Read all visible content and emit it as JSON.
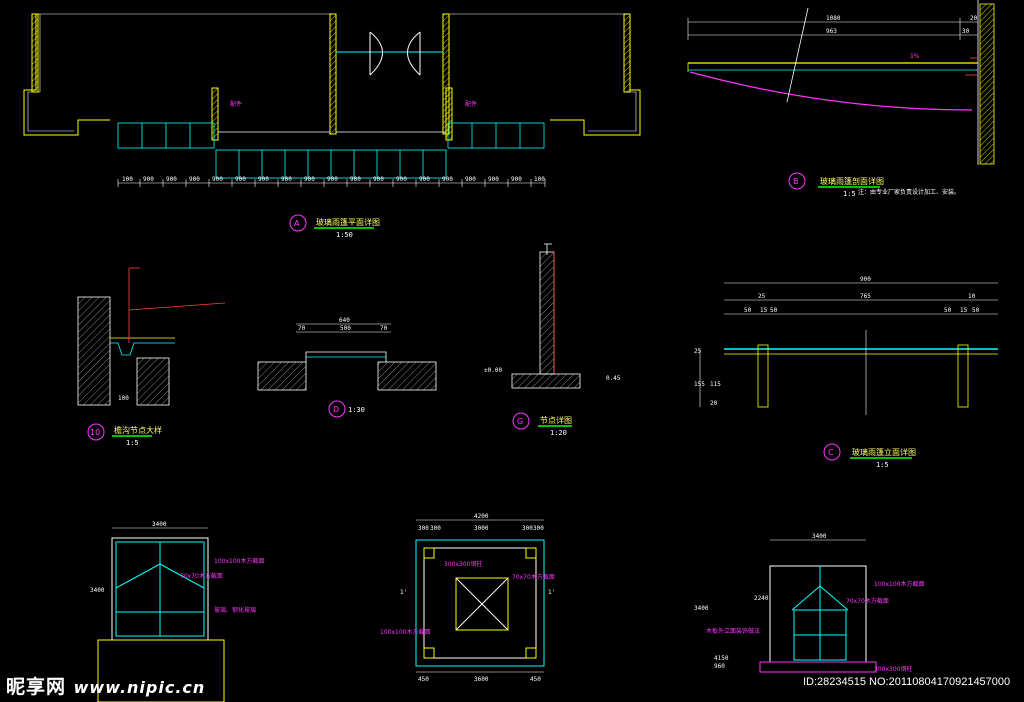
{
  "colors": {
    "bg": "#000000",
    "wall": "#ffff00",
    "glass": "#00ffff",
    "dim": "#ffffff",
    "tag": "#ff33ff",
    "title": "#ffff66",
    "line": "#ffffff",
    "note": "#ff4040",
    "green": "#00ff00"
  },
  "plan_a": {
    "tag": "A",
    "title": "玻璃雨篷平面详图",
    "scale": "1:50",
    "notes": [
      "配件",
      "配件"
    ],
    "dims": [
      "100",
      "900",
      "900",
      "900",
      "900",
      "900",
      "900",
      "900",
      "900",
      "900",
      "900",
      "900",
      "900",
      "900",
      "900",
      "900",
      "900",
      "900",
      "100"
    ]
  },
  "section_b": {
    "tag": "B",
    "title": "玻璃雨篷剖面详图",
    "scale": "1:5",
    "note": "注：由专业厂家负责设计加工、安装。",
    "dims_top": [
      "1080",
      "963",
      "30",
      "20"
    ],
    "slope": "1%"
  },
  "detail_10": {
    "tag": "10",
    "title": "檐沟节点大样",
    "scale": "1:5",
    "dim": "100"
  },
  "detail_d": {
    "tag": "D",
    "scale": "1:30",
    "dims": [
      "640",
      "70",
      "500",
      "70"
    ]
  },
  "detail_g": {
    "tag": "G",
    "title": "节点详图",
    "scale": "1:20",
    "levels": [
      "±0.00",
      "0.45"
    ]
  },
  "elev_c": {
    "tag": "C",
    "title": "玻璃雨篷立面详图",
    "scale": "1:5",
    "dims_top": [
      "900",
      "765",
      "25",
      "10",
      "50",
      "15",
      "50",
      "50",
      "15",
      "50"
    ],
    "dims_left": [
      "25",
      "155",
      "115",
      "20"
    ]
  },
  "elev_window_1": {
    "dims": [
      "3400",
      "3400"
    ],
    "labels": [
      "100x100木方截面",
      "70x70木方截面",
      "玻璃、钢化玻璃"
    ]
  },
  "plan_window": {
    "dims": [
      "4200",
      "300",
      "300",
      "3000",
      "300",
      "300",
      "3600",
      "450",
      "450"
    ],
    "labels": [
      "300x300钢柱",
      "70x70木方截面",
      "100x100木方截面"
    ],
    "marks": [
      "1'",
      "1'"
    ]
  },
  "elev_window_2": {
    "dims": [
      "3400",
      "3400",
      "2240",
      "4150",
      "960"
    ],
    "labels": [
      "100x100木方截面",
      "70x70木方截面",
      "300x300钢柱",
      "木板外立面装饰做法"
    ]
  },
  "watermark": {
    "brand": "昵享网",
    "url": "www.nipic.cn"
  },
  "image_id": "ID:28234515 NO:20110804170921457000"
}
